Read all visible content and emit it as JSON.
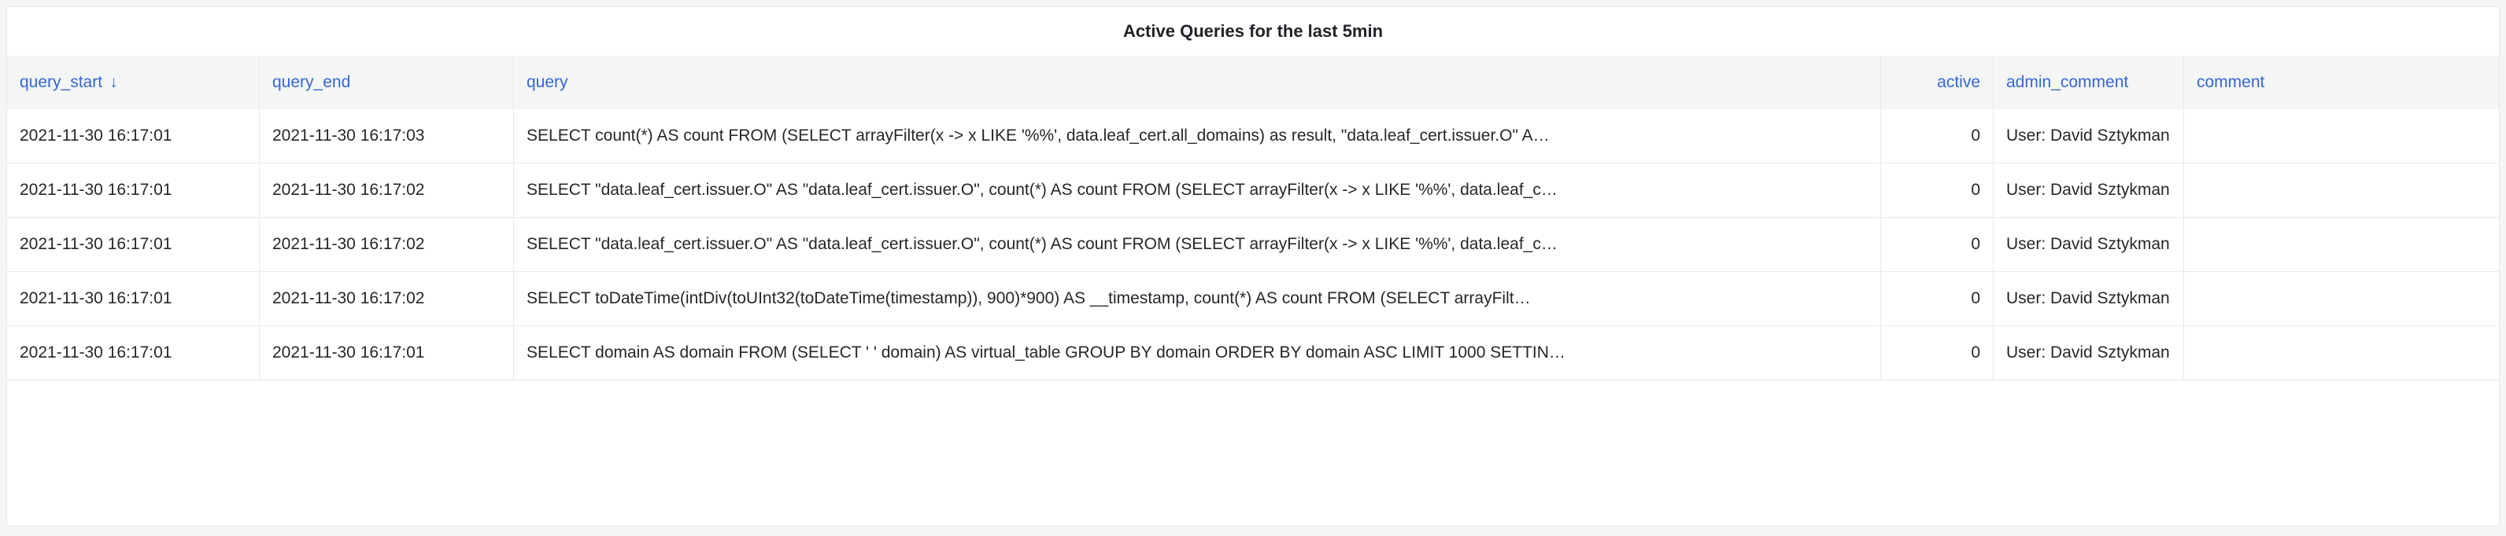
{
  "panel": {
    "title": "Active Queries for the last 5min"
  },
  "colors": {
    "header_link_blue": "#3567d0",
    "body_text": "#24272b",
    "header_background": "#f4f5f5",
    "page_background": "#f4f5f5",
    "divider": "#e7e9ea",
    "panel_border": "#e4e6e7"
  },
  "table": {
    "sort_icon": "↓",
    "columns": [
      {
        "key": "query_start",
        "label": "query_start",
        "sorted": "desc"
      },
      {
        "key": "query_end",
        "label": "query_end"
      },
      {
        "key": "query",
        "label": "query"
      },
      {
        "key": "active",
        "label": "active",
        "align": "right"
      },
      {
        "key": "admin_comment",
        "label": "admin_comment"
      },
      {
        "key": "comment",
        "label": "comment"
      }
    ],
    "rows": [
      {
        "query_start": "2021-11-30 16:17:01",
        "query_end": "2021-11-30 16:17:03",
        "query": "SELECT count(*) AS count FROM (SELECT arrayFilter(x -> x LIKE '%%', data.leaf_cert.all_domains) as result, \"data.leaf_cert.issuer.O\" A…",
        "active": "0",
        "admin_comment": "User: David Sztykman",
        "comment": ""
      },
      {
        "query_start": "2021-11-30 16:17:01",
        "query_end": "2021-11-30 16:17:02",
        "query": "SELECT \"data.leaf_cert.issuer.O\" AS \"data.leaf_cert.issuer.O\", count(*) AS count FROM (SELECT arrayFilter(x -> x LIKE '%%', data.leaf_c…",
        "active": "0",
        "admin_comment": "User: David Sztykman",
        "comment": ""
      },
      {
        "query_start": "2021-11-30 16:17:01",
        "query_end": "2021-11-30 16:17:02",
        "query": "SELECT \"data.leaf_cert.issuer.O\" AS \"data.leaf_cert.issuer.O\", count(*) AS count FROM (SELECT arrayFilter(x -> x LIKE '%%', data.leaf_c…",
        "active": "0",
        "admin_comment": "User: David Sztykman",
        "comment": ""
      },
      {
        "query_start": "2021-11-30 16:17:01",
        "query_end": "2021-11-30 16:17:02",
        "query": "SELECT toDateTime(intDiv(toUInt32(toDateTime(timestamp)), 900)*900) AS __timestamp, count(*) AS count FROM (SELECT arrayFilt…",
        "active": "0",
        "admin_comment": "User: David Sztykman",
        "comment": ""
      },
      {
        "query_start": "2021-11-30 16:17:01",
        "query_end": "2021-11-30 16:17:01",
        "query": "SELECT domain AS domain FROM (SELECT ' ' domain) AS virtual_table GROUP BY domain ORDER BY domain ASC LIMIT 1000 SETTIN…",
        "active": "0",
        "admin_comment": "User: David Sztykman",
        "comment": ""
      }
    ]
  }
}
